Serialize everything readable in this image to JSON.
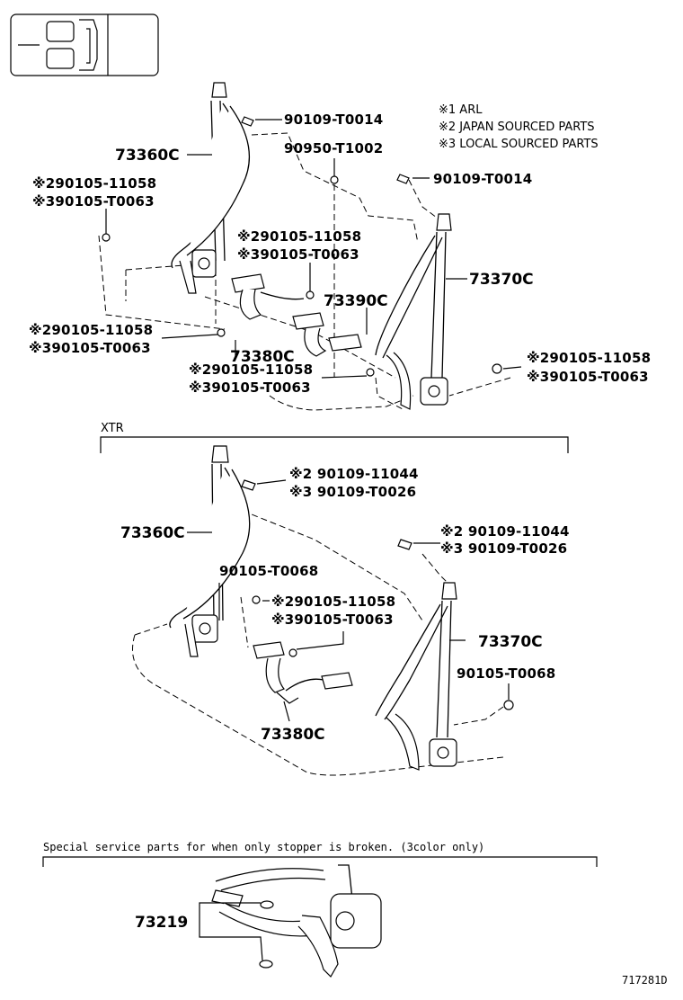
{
  "notes": {
    "n1": "※1 ARL",
    "n2": "※2 JAPAN SOURCED PARTS",
    "n3": "※3 LOCAL SOURCED PARTS"
  },
  "section1": {
    "p_73360c": "73360C",
    "p_73370c": "73370C",
    "p_73390c": "73390C",
    "p_73380c": "73380C",
    "p_90109_t0014_a": "90109-T0014",
    "p_90109_t0014_b": "90109-T0014",
    "p_90950_t1002": "90950-T1002",
    "left_bolt": {
      "j": "※290105-11058",
      "l": "※390105-T0063"
    },
    "center_bolt": {
      "j": "※290105-11058",
      "l": "※390105-T0063"
    },
    "low_left_bolt": {
      "j": "※290105-11058",
      "l": "※390105-T0063"
    },
    "bottom_bolt": {
      "j": "※290105-11058",
      "l": "※390105-T0063"
    },
    "right_bolt": {
      "j": "※290105-11058",
      "l": "※390105-T0063"
    }
  },
  "section2": {
    "title": "XTR",
    "p_73360c": "73360C",
    "p_73370c": "73370C",
    "p_73380c": "73380C",
    "p_90105_t0068_a": "90105-T0068",
    "p_90105_t0068_b": "90105-T0068",
    "top_left": {
      "j": "※2 90109-11044",
      "l": "※3 90109-T0026"
    },
    "top_right": {
      "j": "※2 90109-11044",
      "l": "※3 90109-T0026"
    },
    "center_bolt": {
      "j": "※290105-11058",
      "l": "※390105-T0063"
    }
  },
  "section3": {
    "title": "Special service parts for when only stopper is broken. (3color only)",
    "p_73219": "73219"
  },
  "figure_id": "717281D"
}
